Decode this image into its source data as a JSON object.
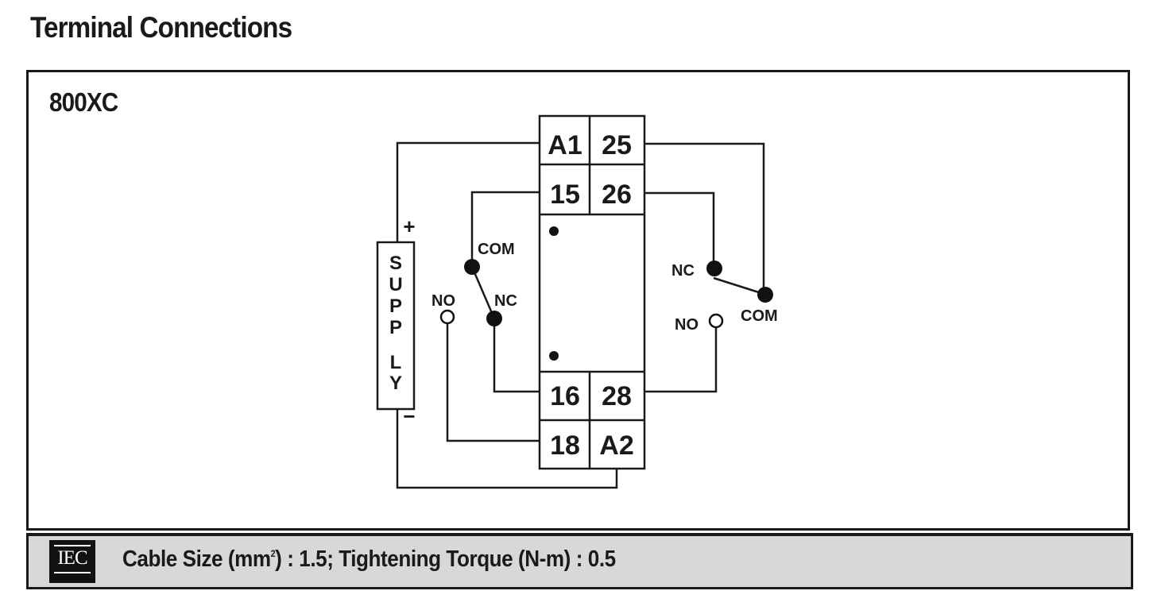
{
  "title": "Terminal Connections",
  "model": "800XC",
  "terminals": {
    "A1": "A1",
    "t25": "25",
    "t15": "15",
    "t26": "26",
    "t16": "16",
    "t28": "28",
    "t18": "18",
    "A2": "A2"
  },
  "supply": {
    "label": [
      "S",
      "U",
      "P",
      "P",
      "L",
      "Y"
    ],
    "plus": "+",
    "minus": "−"
  },
  "contact_labels": {
    "left_com": "COM",
    "left_nc": "NC",
    "left_no": "NO",
    "right_nc": "NC",
    "right_com": "COM",
    "right_no": "NO"
  },
  "footer": {
    "logo": "IEC",
    "cable_prefix": "Cable Size (mm",
    "cable_sup": "2",
    "cable_suffix": ") : 1.5; Tightening Torque (N-m) : 0.5"
  }
}
